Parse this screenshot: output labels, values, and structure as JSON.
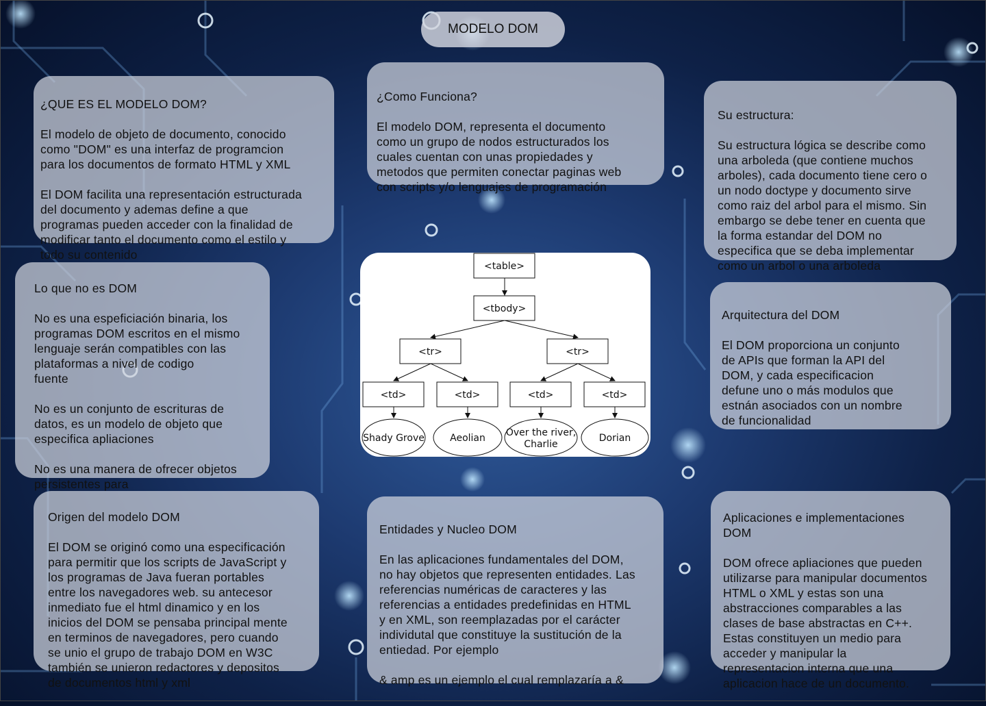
{
  "title": "MODELO DOM",
  "cards": {
    "que_es": {
      "heading": "¿QUE ES EL MODELO DOM?",
      "body": "El modelo de objeto de documento, conocido\ncomo \"DOM\" es una interfaz de programcion\npara los documentos de formato HTML y XML\n\nEl DOM facilita una representación estructurada\ndel documento y ademas define a que\nprogramas pueden acceder con la finalidad de\nmodificar tanto el documento como el estilo y\ntodo su contenido"
    },
    "como_funciona": {
      "heading": "¿Como Funciona?",
      "body": "El modelo DOM, representa el documento\ncomo un grupo de nodos estructurados los\ncuales cuentan con unas propiedades y\nmetodos que permiten conectar paginas web\ncon scripts y/o lenguajes de programación"
    },
    "estructura": {
      "heading": "Su estructura:",
      "body": "Su estructura lógica se describe como\nuna arboleda (que contiene muchos\narboles), cada documento tiene cero o\nun nodo doctype y documento sirve\ncomo raiz del arbol para el mismo. Sin\nembargo se debe tener en cuenta que\nla forma estandar del DOM no\nespecifica que se deba implementar\ncomo un arbol o una arboleda"
    },
    "no_es": {
      "heading": "Lo que no es DOM",
      "body": "No es una espeficiación binaria, los\nprogramas DOM escritos en el mismo\nlenguaje serán compatibles con las\nplataformas a nivel de codigo\nfuente\n\nNo es un conjunto de escrituras de\ndatos, es un modelo de objeto que\nespecifica apliaciones\n\nNo es una manera de ofrecer objetos\npersistentes para"
    },
    "arquitectura": {
      "heading": "Arquitectura del DOM",
      "body": "El DOM proporciona un conjunto\nde APIs que forman la API del\nDOM, y cada especificacion\ndefune uno o más modulos que\nestnán asociados con un nombre\nde funcionalidad"
    },
    "origen": {
      "heading": "Origen del modelo DOM",
      "body": "El DOM se originó como una especificación\npara permitir que los scripts de JavaScript y\nlos programas de Java fueran portables\nentre los navegadores web. su antecesor\ninmediato fue el html dinamico y en los\ninicios del DOM se pensaba principal mente\nen terminos de navegadores, pero cuando\nse unio el grupo de trabajo DOM en W3C\ntambién se unieron redactores y depositos\nde documentos html y xml"
    },
    "entidades": {
      "heading": "Entidades y Nucleo DOM",
      "body": "En las aplicaciones fundamentales del DOM,\nno hay objetos que representen entidades. Las\nreferencias numéricas de caracteres y las\nreferencias a entidades predefinidas en HTML\ny en XML, son reemplazadas por el carácter\nindividutal que constituye la sustitución de la\nentiedad. Por ejemplo\n\n& amp es un ejemplo el cual remplazaría a &"
    },
    "aplicaciones": {
      "heading": "Aplicaciones e implementaciones\nDOM",
      "body": "DOM ofrece apliaciones que pueden\nutilizarse para manipular documentos\nHTML o XML y estas son una\nabstracciones comparables a las\nclases de base abstractas en C++.\nEstas constituyen un medio para\nacceder y manipular la\nrepresentacion interna que una\naplicacion hace de un documento."
    }
  },
  "tree": {
    "table": "<table>",
    "tbody": "<tbody>",
    "tr": [
      "<tr>",
      "<tr>"
    ],
    "td": [
      "<td>",
      "<td>",
      "<td>",
      "<td>"
    ],
    "leaves": [
      "Shady Grove",
      "Aeolian",
      "Over the river,",
      "Charlie",
      "Dorian"
    ]
  }
}
